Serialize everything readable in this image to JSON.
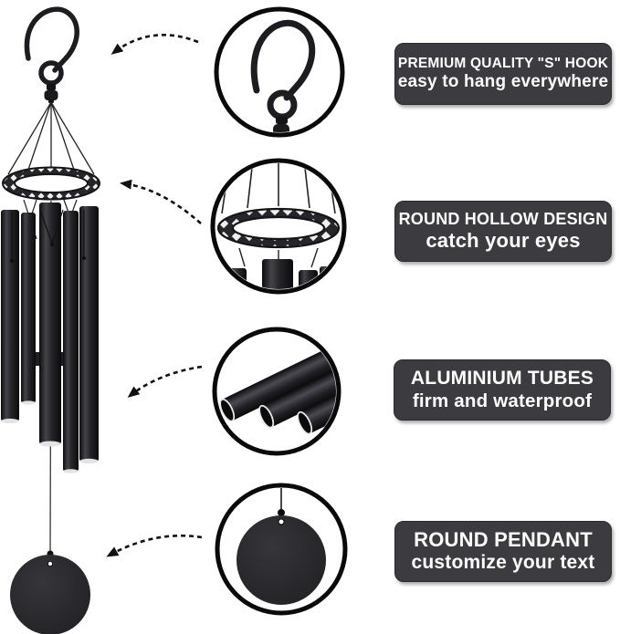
{
  "page": {
    "background": "#ffffff"
  },
  "product": {
    "name": "black metal wind chime",
    "parts": [
      "s-hook",
      "swivel-connector",
      "round-hollow-crown",
      "hanging-strings",
      "aluminium-tubes",
      "striker",
      "round-pendant"
    ]
  },
  "detail_circles": [
    {
      "icon": "s-hook-detail",
      "shows": "premium S hook close-up"
    },
    {
      "icon": "hollow-crown-detail",
      "shows": "round hollow lattice ring close-up"
    },
    {
      "icon": "aluminium-tubes-detail",
      "shows": "three aluminium tubes close-up"
    },
    {
      "icon": "round-pendant-detail",
      "shows": "round pendant close-up"
    }
  ],
  "features": [
    {
      "title": "PREMIUM QUALITY \"S\" HOOK",
      "subtitle": "easy to hang everywhere"
    },
    {
      "title": "ROUND HOLLOW DESIGN",
      "subtitle": "catch your eyes"
    },
    {
      "title": "ALUMINIUM TUBES",
      "subtitle": "firm and waterproof"
    },
    {
      "title": "ROUND PENDANT",
      "subtitle": "customize your text"
    }
  ],
  "colors": {
    "label_background": "#3c3c40",
    "label_text": "#ffffff",
    "product_metal": "#1c1c1f",
    "arrow": "#111111"
  }
}
